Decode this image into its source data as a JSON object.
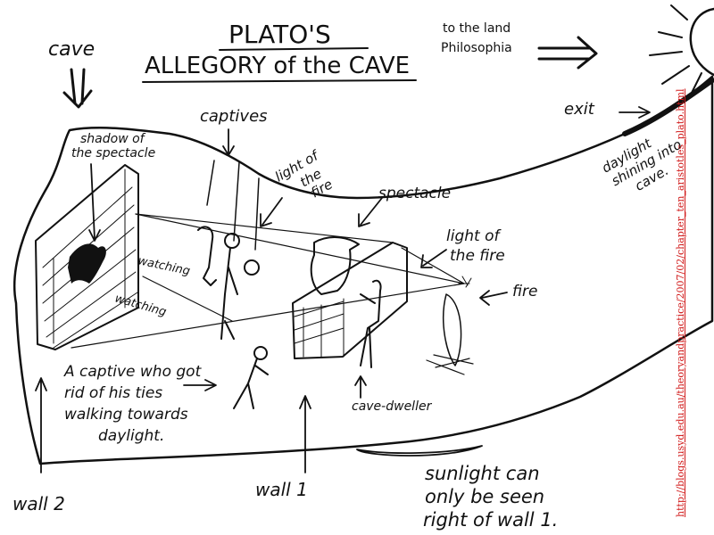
{
  "title_line1": "PLATO'S",
  "title_line2": "ALLEGORY of the CAVE",
  "labels": {
    "cave": "cave",
    "captives": "captives",
    "shadow_line1": "shadow of",
    "shadow_line2": "the spectacle",
    "light_fire_1_line1": "light of",
    "light_fire_1_line2": "the",
    "light_fire_1_line3": "fire",
    "spectacle": "spectacle",
    "light_fire_2_line1": "light of",
    "light_fire_2_line2": "the fire",
    "fire": "fire",
    "watching_1": "watching",
    "watching_2": "watching",
    "land_line1": "to the land",
    "land_line2": "Philosophia",
    "exit": "exit",
    "daylight_line1": "daylight",
    "daylight_line2": "shining into",
    "daylight_line3": "cave.",
    "captive_line1": "A captive who got",
    "captive_line2": "rid of his ties",
    "captive_line3": "walking towards",
    "captive_line4": "daylight.",
    "cave_dweller": "cave-dweller",
    "wall_2": "wall 2",
    "wall_1": "wall 1",
    "sunlight_line1": "sunlight can",
    "sunlight_line2": "only be seen",
    "sunlight_line3": "right of wall 1."
  },
  "source_url": "http://blogs.usyd.edu.au/theoryandpractice/2007/02/chapter_ten_aristotles_plato.html",
  "colors": {
    "ink": "#111111",
    "link": "#d11a1a",
    "paper": "#ffffff"
  }
}
